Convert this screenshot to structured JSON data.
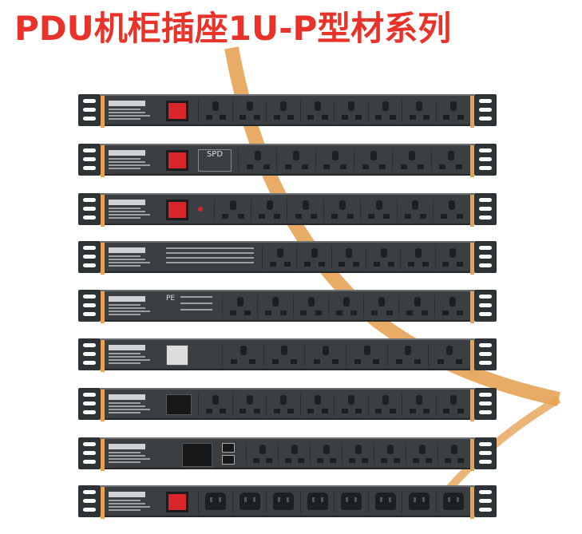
{
  "title": "PDU机柜插座1U-P型材系列",
  "colors": {
    "title": "#e8322a",
    "arc": "#e6a356",
    "strip": "#3b3f42",
    "switch": "#d9262c"
  },
  "strips": [
    {
      "module": "switch",
      "outlets": 8,
      "outlet_type": "universal"
    },
    {
      "module": "switch-spd",
      "label": "SPD",
      "outlets": 6,
      "outlet_type": "universal"
    },
    {
      "module": "switch-indicator",
      "outlets": 7,
      "outlet_type": "universal"
    },
    {
      "module": "info-panel",
      "outlets": 6,
      "outlet_type": "universal"
    },
    {
      "module": "pe-panel",
      "label": "PE",
      "outlets": 7,
      "outlet_type": "universal"
    },
    {
      "module": "iec-inlet",
      "outlets": 6,
      "outlet_type": "chinese"
    },
    {
      "module": "digital-meter",
      "outlets": 8,
      "outlet_type": "universal"
    },
    {
      "module": "network-meter",
      "outlets": 7,
      "outlet_type": "universal"
    },
    {
      "module": "switch",
      "outlets": 8,
      "outlet_type": "c13"
    }
  ]
}
